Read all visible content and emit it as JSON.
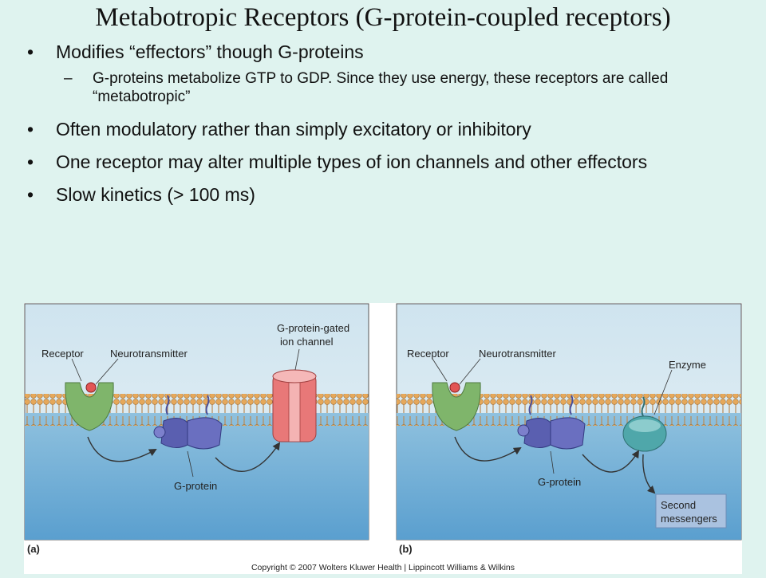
{
  "slide": {
    "title": "Metabotropic Receptors (G-protein-coupled receptors)",
    "bullets": [
      "Modifies “effectors” though G-proteins",
      "Often modulatory rather than simply excitatory or inhibitory",
      "One receptor may alter multiple types of ion channels and other effectors",
      "Slow kinetics (> 100 ms)"
    ],
    "sub_bullet": "G-proteins metabolize GTP to GDP.  Since they use energy, these receptors are called “metabotropic”"
  },
  "figure": {
    "panel_a": {
      "tag": "(a)",
      "receptor": "Receptor",
      "neurotransmitter": "Neurotransmitter",
      "channel_line1": "G-protein-gated",
      "channel_line2": "ion channel",
      "gprotein": "G-protein"
    },
    "panel_b": {
      "tag": "(b)",
      "receptor": "Receptor",
      "neurotransmitter": "Neurotransmitter",
      "enzyme": "Enzyme",
      "gprotein": "G-protein",
      "second_line1": "Second",
      "second_line2": "messengers"
    },
    "copyright": "Copyright © 2007 Wolters Kluwer Health | Lippincott Williams & Wilkins"
  },
  "colors": {
    "background": "#dff3ef",
    "receptor": "#7fb56b",
    "gprotein": "#5a5fb0",
    "channel": "#e87878",
    "enzyme": "#4fa7aa",
    "lipid_head": "#e6a85a"
  }
}
